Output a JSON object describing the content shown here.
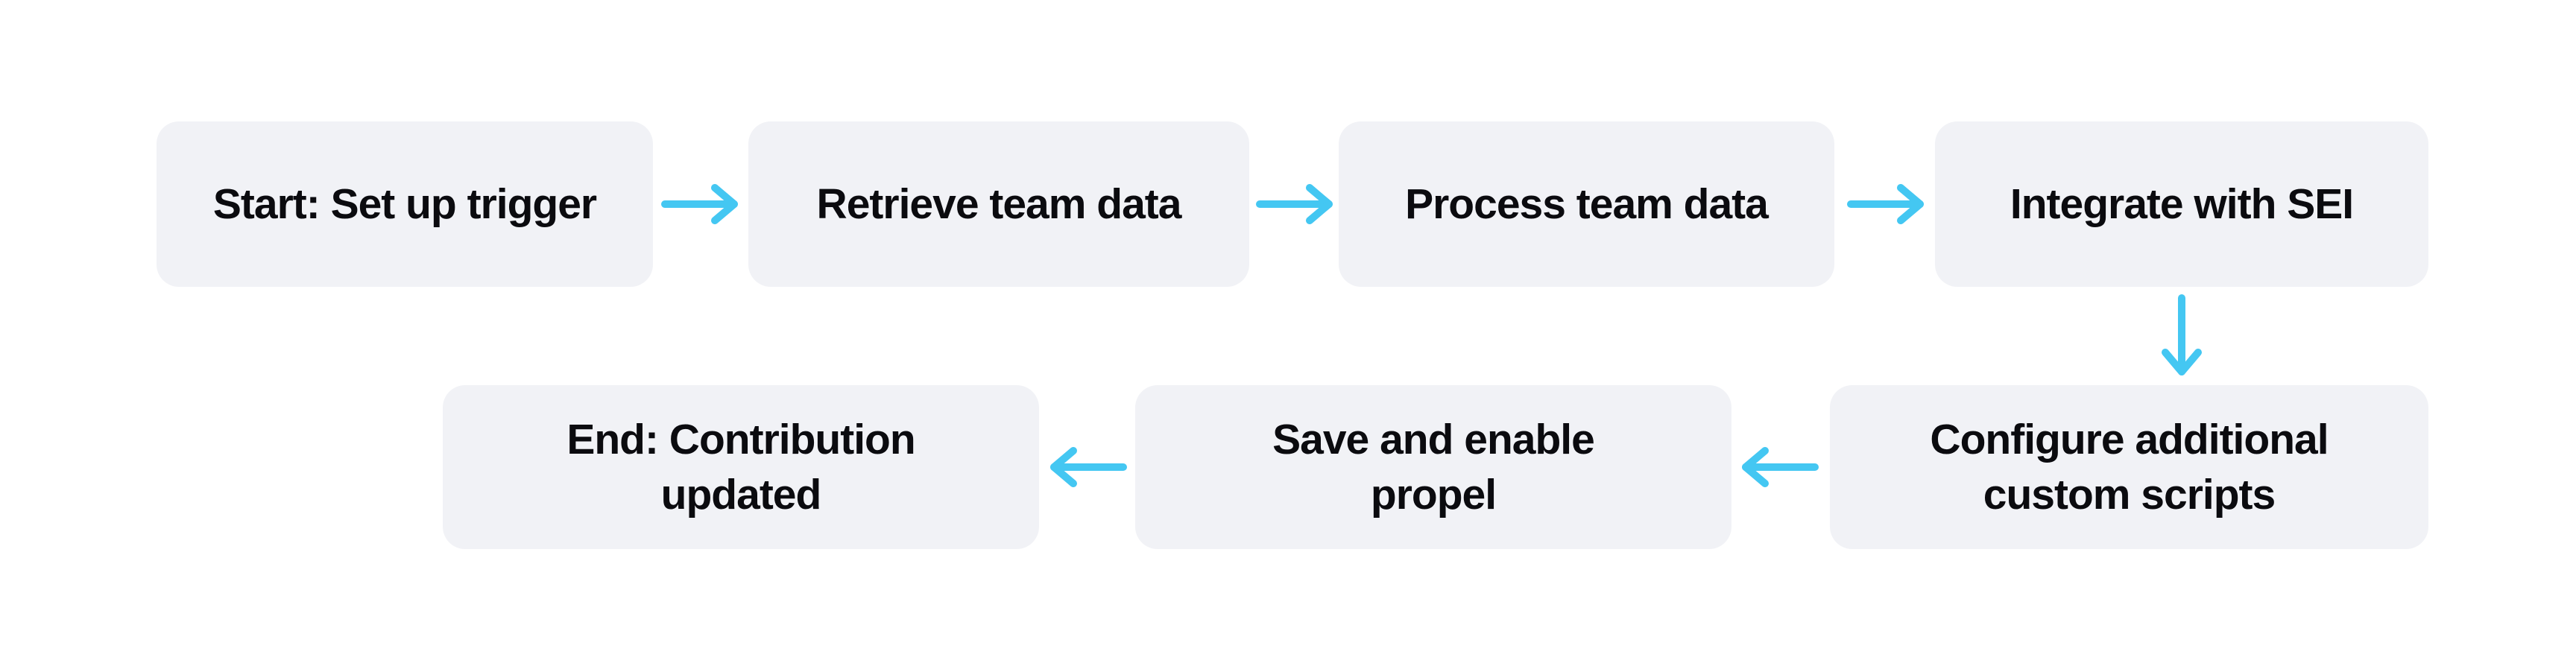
{
  "diagram": {
    "type": "flowchart",
    "nodes": [
      {
        "id": "start",
        "label": "Start: Set up trigger"
      },
      {
        "id": "retrieve-team-data",
        "label": "Retrieve team data"
      },
      {
        "id": "process-team-data",
        "label": "Process team data"
      },
      {
        "id": "integrate-with-sei",
        "label": "Integrate with SEI"
      },
      {
        "id": "configure-custom-scripts",
        "label": "Configure additional\ncustom scripts"
      },
      {
        "id": "save-and-enable-propel",
        "label": "Save and enable\npropel"
      },
      {
        "id": "end",
        "label": "End: Contribution\nupdated"
      }
    ],
    "edges": [
      {
        "from": "start",
        "to": "retrieve-team-data",
        "arrow": "right"
      },
      {
        "from": "retrieve-team-data",
        "to": "process-team-data",
        "arrow": "right"
      },
      {
        "from": "process-team-data",
        "to": "integrate-with-sei",
        "arrow": "right"
      },
      {
        "from": "integrate-with-sei",
        "to": "configure-custom-scripts",
        "arrow": "down"
      },
      {
        "from": "configure-custom-scripts",
        "to": "save-and-enable-propel",
        "arrow": "left"
      },
      {
        "from": "save-and-enable-propel",
        "to": "end",
        "arrow": "left"
      }
    ]
  },
  "theme": {
    "background_color": "#FFFFFF",
    "node_fill_color": "#F1F2F6",
    "node_text_color": "#0B0B0F",
    "arrow_color": "#44C7F2"
  }
}
